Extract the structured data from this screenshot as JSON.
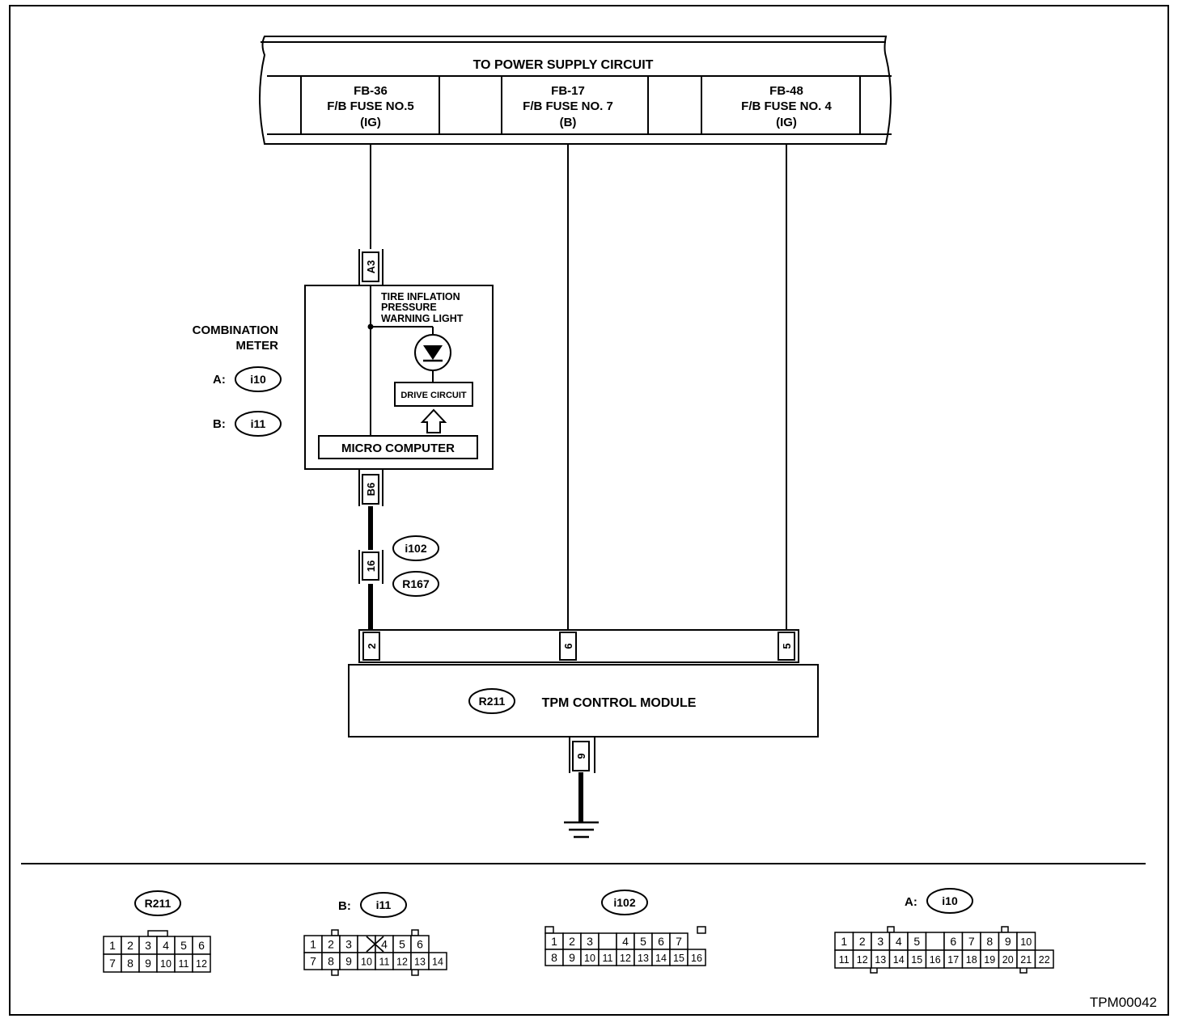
{
  "header": {
    "title": "TO POWER SUPPLY CIRCUIT",
    "fuses": [
      {
        "line1": "FB-36",
        "line2": "F/B FUSE NO.5",
        "line3": "(IG)"
      },
      {
        "line1": "FB-17",
        "line2": "F/B FUSE NO. 7",
        "line3": "(B)"
      },
      {
        "line1": "FB-48",
        "line2": "F/B FUSE NO. 4",
        "line3": "(IG)"
      }
    ]
  },
  "combination_meter": {
    "title_line1": "COMBINATION",
    "title_line2": "METER",
    "connector_a_prefix": "A:",
    "connector_a": "i10",
    "connector_b_prefix": "B:",
    "connector_b": "i11",
    "lamp_line1": "TIRE INFLATION",
    "lamp_line2": "PRESSURE",
    "lamp_line3": "WARNING LIGHT",
    "drive_circuit": "DRIVE CIRCUIT",
    "micro_computer": "MICRO COMPUTER",
    "pin_top": "A3",
    "pin_bottom": "B6"
  },
  "junction": {
    "pin": "16",
    "connector_1": "i102",
    "connector_2": "R167"
  },
  "module": {
    "connector": "R211",
    "title": "TPM CONTROL MODULE",
    "pin_1": "2",
    "pin_2": "6",
    "pin_3": "5",
    "ground_pin": "9"
  },
  "connectors": {
    "r211": {
      "name": "R211",
      "row1": [
        "1",
        "2",
        "3",
        "4",
        "5",
        "6"
      ],
      "row2": [
        "7",
        "8",
        "9",
        "10",
        "11",
        "12"
      ]
    },
    "i11": {
      "prefix": "B:",
      "name": "i11",
      "row1": [
        "1",
        "2",
        "3",
        "",
        "4",
        "5",
        "6"
      ],
      "row2": [
        "7",
        "8",
        "9",
        "10",
        "11",
        "12",
        "13",
        "14"
      ]
    },
    "i102": {
      "name": "i102",
      "row1": [
        "1",
        "2",
        "3",
        "",
        "4",
        "5",
        "6",
        "7"
      ],
      "row2": [
        "8",
        "9",
        "10",
        "11",
        "12",
        "13",
        "14",
        "15",
        "16"
      ]
    },
    "i10": {
      "prefix": "A:",
      "name": "i10",
      "row1": [
        "1",
        "2",
        "3",
        "4",
        "5",
        "",
        "6",
        "7",
        "8",
        "9",
        "10"
      ],
      "row2": [
        "11",
        "12",
        "13",
        "14",
        "15",
        "16",
        "17",
        "18",
        "19",
        "20",
        "21",
        "22"
      ]
    }
  },
  "footer": {
    "code": "TPM00042"
  }
}
